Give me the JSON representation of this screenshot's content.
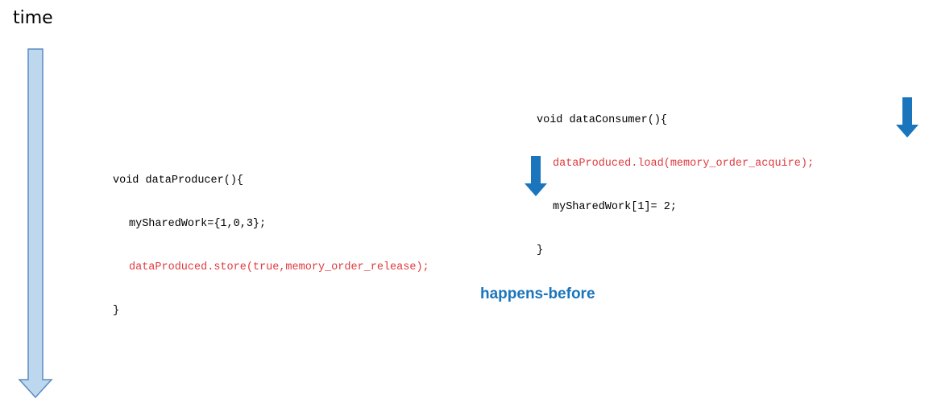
{
  "axis": {
    "label": "time"
  },
  "producer": {
    "lines": [
      {
        "text": "void dataProducer(){",
        "highlight": false,
        "indent": false
      },
      {
        "text": "mySharedWork={1,0,3};",
        "highlight": false,
        "indent": true
      },
      {
        "text": "dataProduced.store(true,memory_order_release);",
        "highlight": true,
        "indent": true
      },
      {
        "text": "}",
        "highlight": false,
        "indent": false
      }
    ]
  },
  "consumer": {
    "lines": [
      {
        "text": "void dataConsumer(){",
        "highlight": false,
        "indent": false
      },
      {
        "text": "dataProduced.load(memory_order_acquire);",
        "highlight": true,
        "indent": true
      },
      {
        "text": "mySharedWork[1]= 2;",
        "highlight": false,
        "indent": true
      },
      {
        "text": "}",
        "highlight": false,
        "indent": false
      }
    ]
  },
  "relation": {
    "label": "happens-before"
  },
  "colors": {
    "highlight": "#e03a3e",
    "arrow": "#1b75bc",
    "timeline_fill": "#bdd7ee",
    "timeline_stroke": "#5b8cc0"
  }
}
